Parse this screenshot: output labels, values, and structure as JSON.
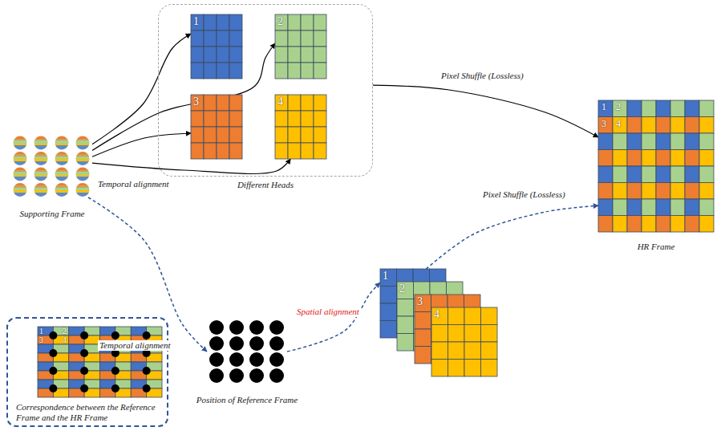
{
  "diagram": {
    "nodes": [
      {
        "text": [
          "Different Heads"
        ]
      },
      {
        "text": [
          "1"
        ],
        "in": 0
      },
      {
        "text": [
          "2"
        ],
        "in": 0
      },
      {
        "text": [
          "3"
        ],
        "in": 0
      },
      {
        "text": [
          "4"
        ],
        "in": 0
      },
      {
        "text": [
          "1",
          "2",
          "3",
          "4",
          "HR Frame"
        ]
      },
      {
        "text": [
          "Supporting Frame"
        ]
      },
      {
        "text": [
          "Position of Reference Frame"
        ]
      },
      {
        "text": [
          "1"
        ]
      },
      {
        "text": [
          "2"
        ]
      },
      {
        "text": [
          "3"
        ]
      },
      {
        "text": [
          "4"
        ]
      },
      {
        "text": [
          "Correspondence between the Reference Frame and the HR Frame"
        ]
      },
      {
        "text": [
          "1",
          "2",
          "3",
          "4"
        ],
        "in": 12
      }
    ],
    "edges": [
      {
        "from": 6,
        "to": 1,
        "arrow": "to"
      },
      {
        "from": 6,
        "to": 2,
        "arrow": "to"
      },
      {
        "from": 6,
        "to": 3,
        "arrow": "to"
      },
      {
        "from": 6,
        "to": 4,
        "arrow": "to",
        "label": "Temporal alignment"
      },
      {
        "from": 0,
        "to": 5,
        "arrow": "to",
        "label": "Pixel Shuffle (Lossless)"
      },
      {
        "from": 6,
        "to": 7,
        "arrow": "to",
        "label": "Temporal alignment"
      },
      {
        "from": 7,
        "to": 8,
        "arrow": "to",
        "label": "Spatial alignment"
      },
      {
        "from": 8,
        "to": 5,
        "arrow": "to",
        "label": "Pixel Shuffle (Lossless)"
      }
    ]
  }
}
